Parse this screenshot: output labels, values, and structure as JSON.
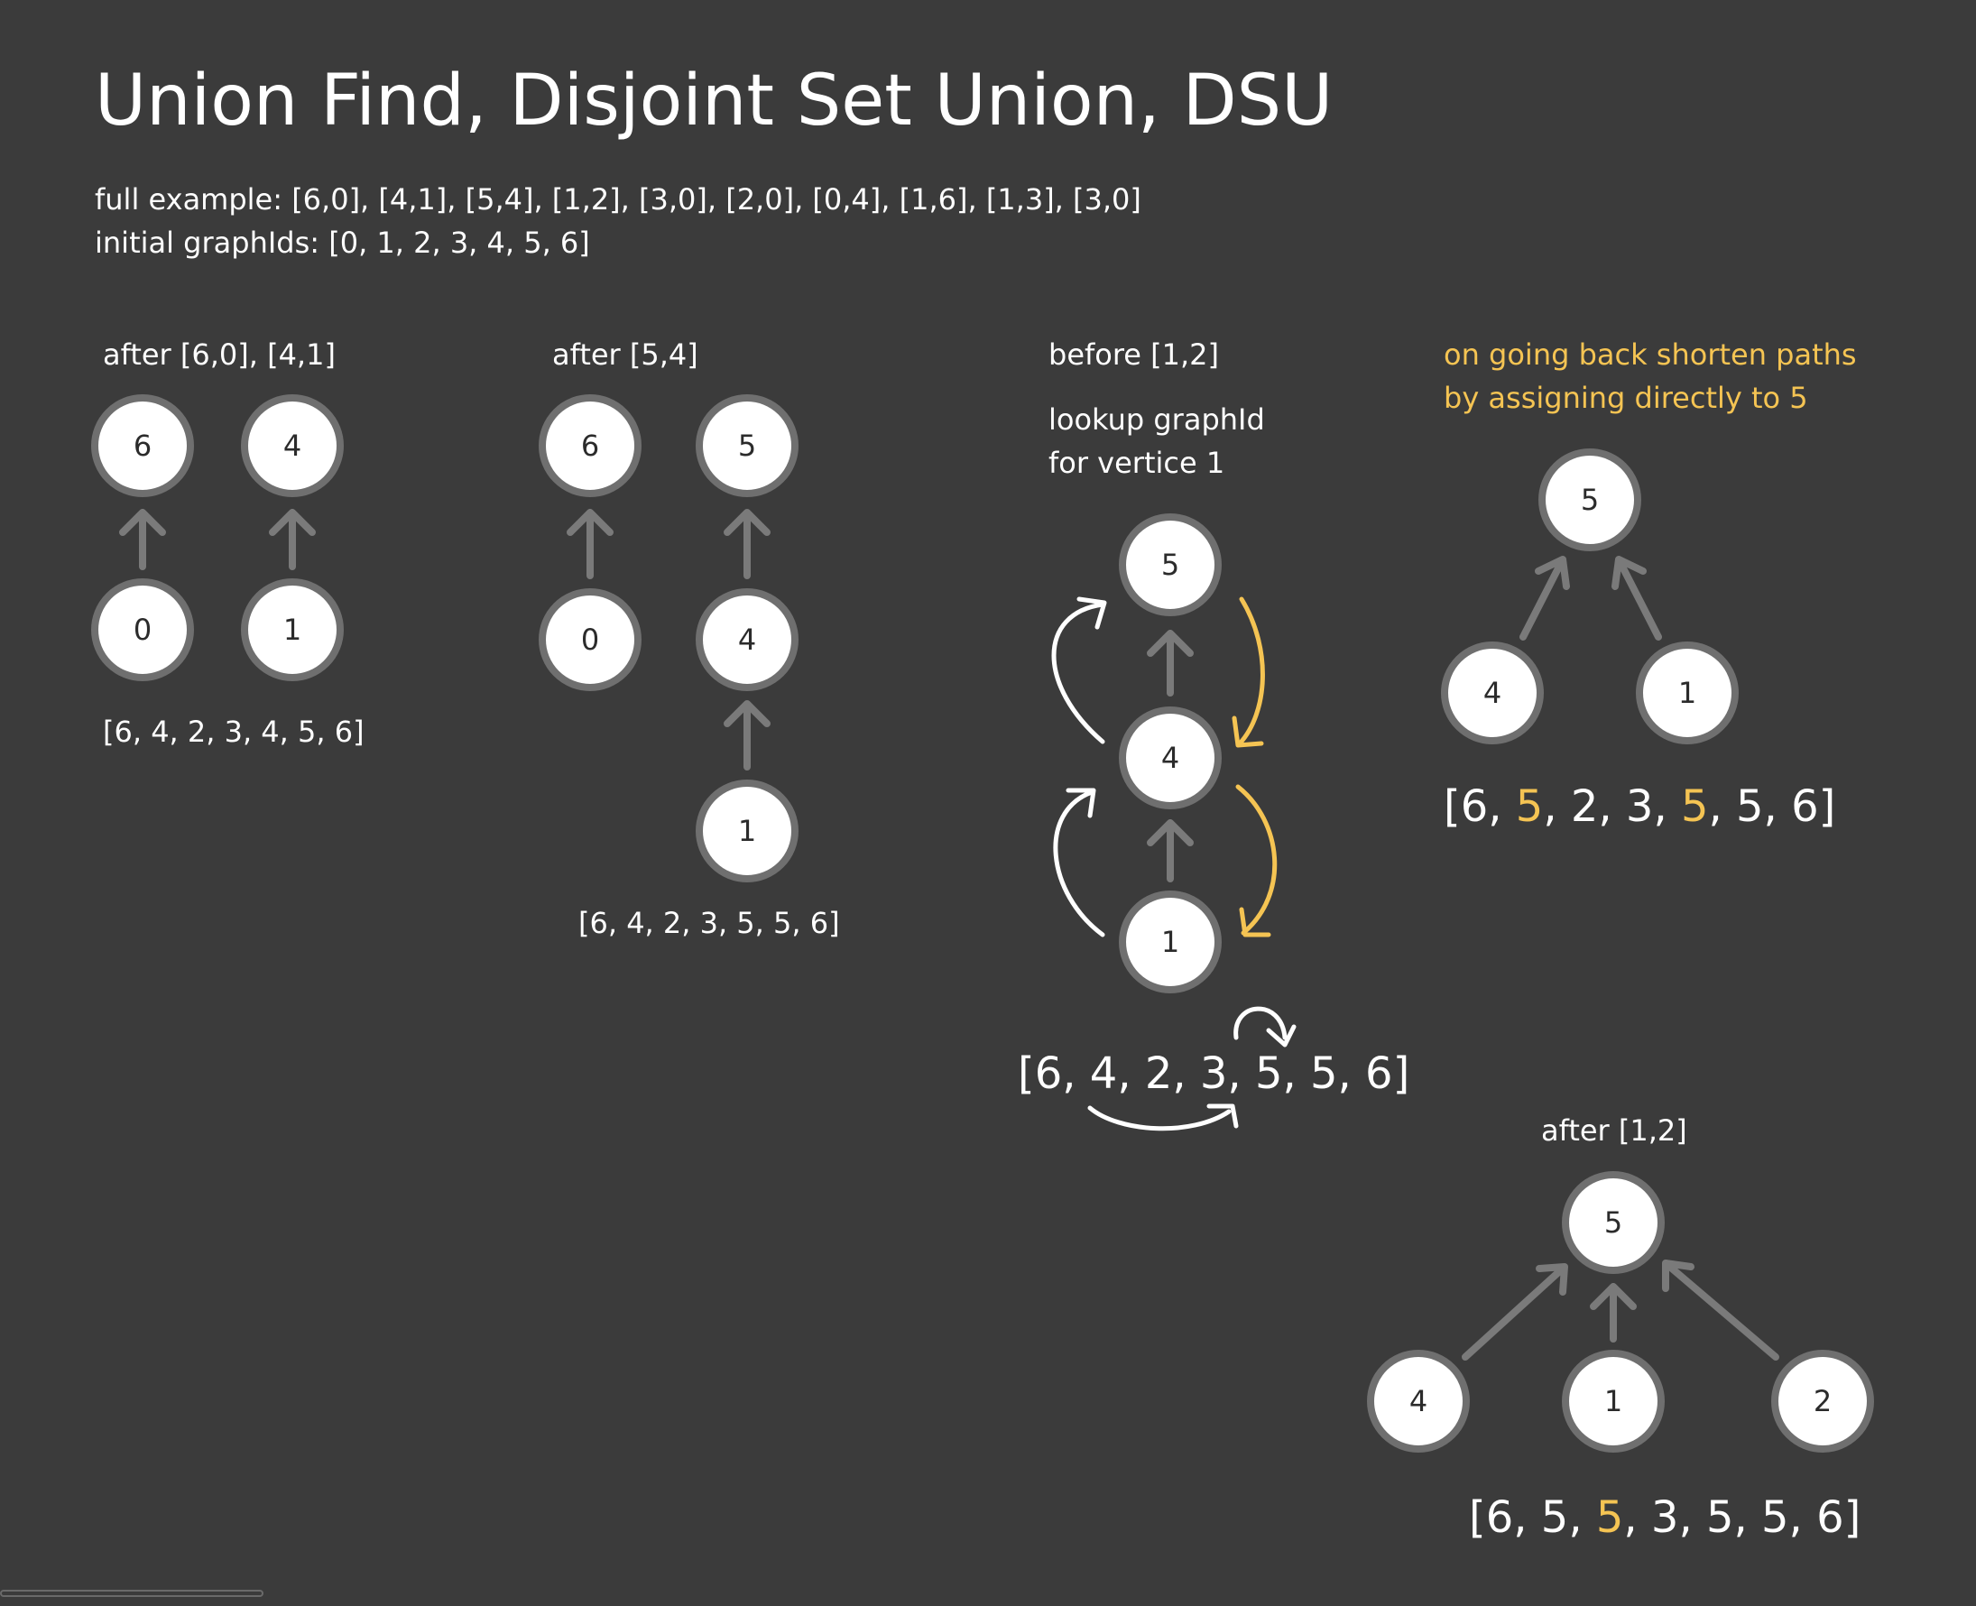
{
  "header": {
    "title": "Union Find, Disjoint Set Union, DSU",
    "example_line": "full example: [6,0], [4,1], [5,4], [1,2], [3,0], [2,0], [0,4], [1,6], [1,3], [3,0]",
    "initial_line": "initial graphIds: [0, 1, 2, 3, 4, 5, 6]"
  },
  "colors": {
    "background": "#3b3b3b",
    "node_fill": "#ffffff",
    "node_border": "#6f6f6f",
    "edge": "#7a7a7a",
    "accent": "#f5c453"
  },
  "panels": {
    "p1": {
      "label": "after [6,0], [4,1]",
      "nodes": [
        "6",
        "4",
        "0",
        "1"
      ],
      "array": "[6, 4, 2, 3, 4, 5, 6]"
    },
    "p2": {
      "label": "after [5,4]",
      "nodes": [
        "6",
        "5",
        "0",
        "4",
        "1"
      ],
      "array": "[6, 4, 2, 3, 5, 5, 6]"
    },
    "p3": {
      "label": "before [1,2]",
      "note_line1": "lookup graphId",
      "note_line2": "for vertice 1",
      "nodes": [
        "5",
        "4",
        "1"
      ],
      "array": "[6, 4, 2, 3, 5, 5, 6]"
    },
    "p4": {
      "note_line1": "on going back shorten paths",
      "note_line2": "by assigning directly to 5",
      "nodes": [
        "5",
        "4",
        "1"
      ],
      "array_parts": [
        "[6, ",
        "5",
        ", 2, 3, ",
        "5",
        ", 5, 6]"
      ]
    },
    "p5": {
      "label": "after [1,2]",
      "nodes": [
        "5",
        "4",
        "1",
        "2"
      ],
      "array_parts": [
        "[6, 5, ",
        "5",
        ", 3, 5, 5, 6]"
      ]
    }
  }
}
